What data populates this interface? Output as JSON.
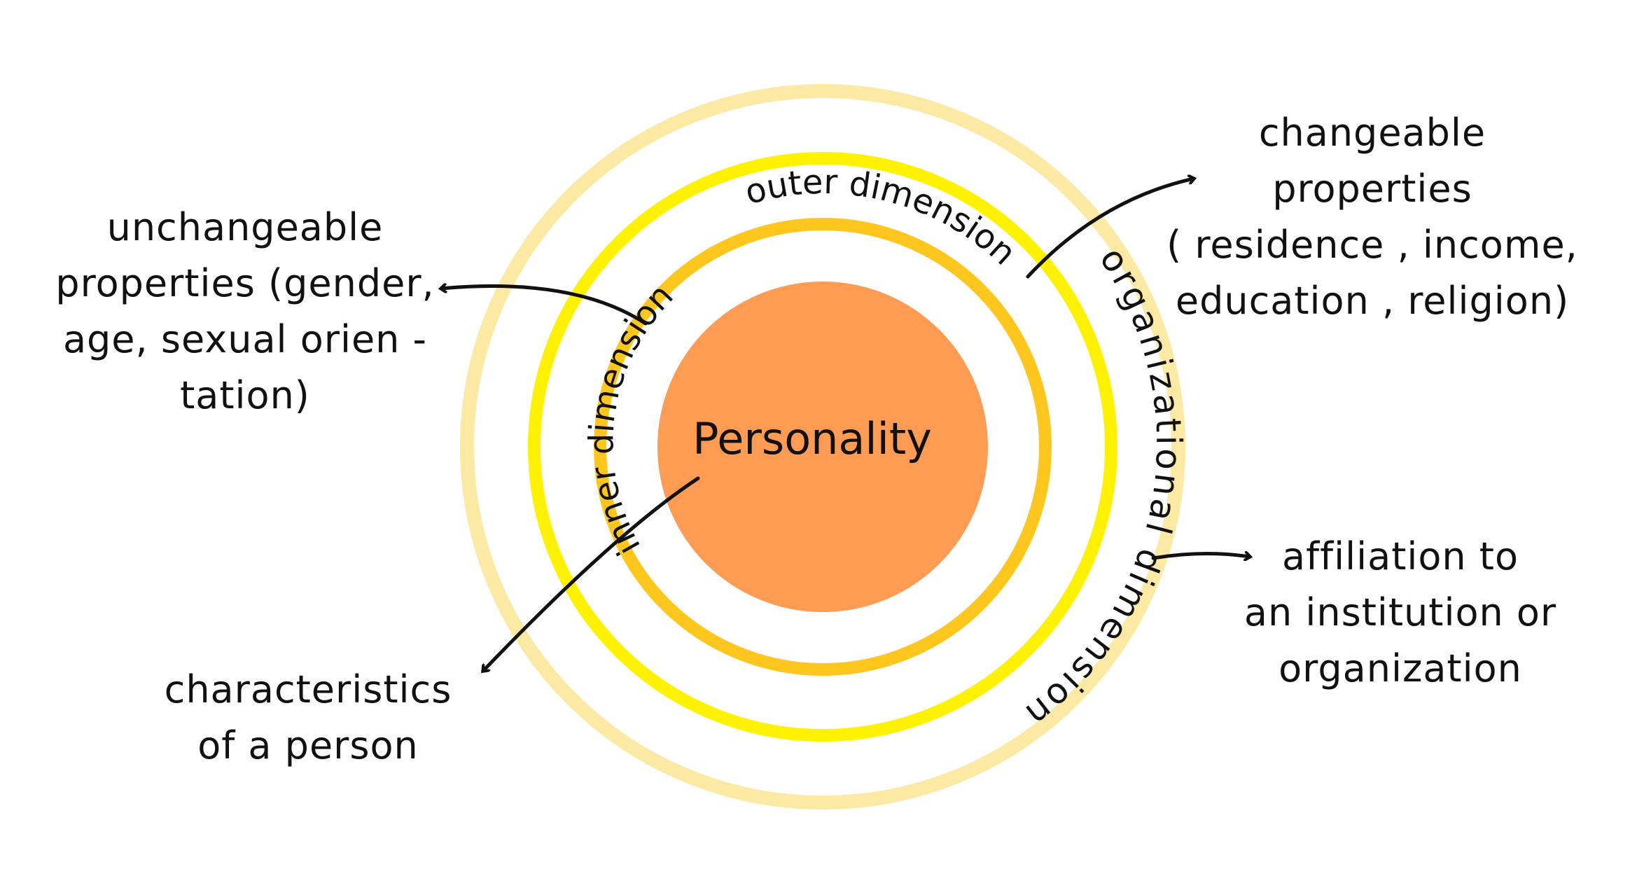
{
  "colors": {
    "core": "#FF9B52",
    "inner_ring": "#FFC61E",
    "outer_ring": "#FFF200",
    "organizational_ring": "#FCE9A4",
    "ink": "#111111"
  },
  "center_label": "Personality",
  "rings": {
    "inner": "inner dimension",
    "outer": "outer dimension",
    "organizational": "organizational dimension"
  },
  "annotations": {
    "unchangeable": [
      "unchangeable",
      "properties (gender,",
      "age, sexual orien -",
      "tation)"
    ],
    "changeable": [
      "changeable",
      "properties",
      "( residence , income,",
      "education , religion)"
    ],
    "characteristics": [
      "characteristics",
      "of  a  person"
    ],
    "affiliation": [
      "affiliation to",
      "an institution or",
      "organization"
    ]
  }
}
